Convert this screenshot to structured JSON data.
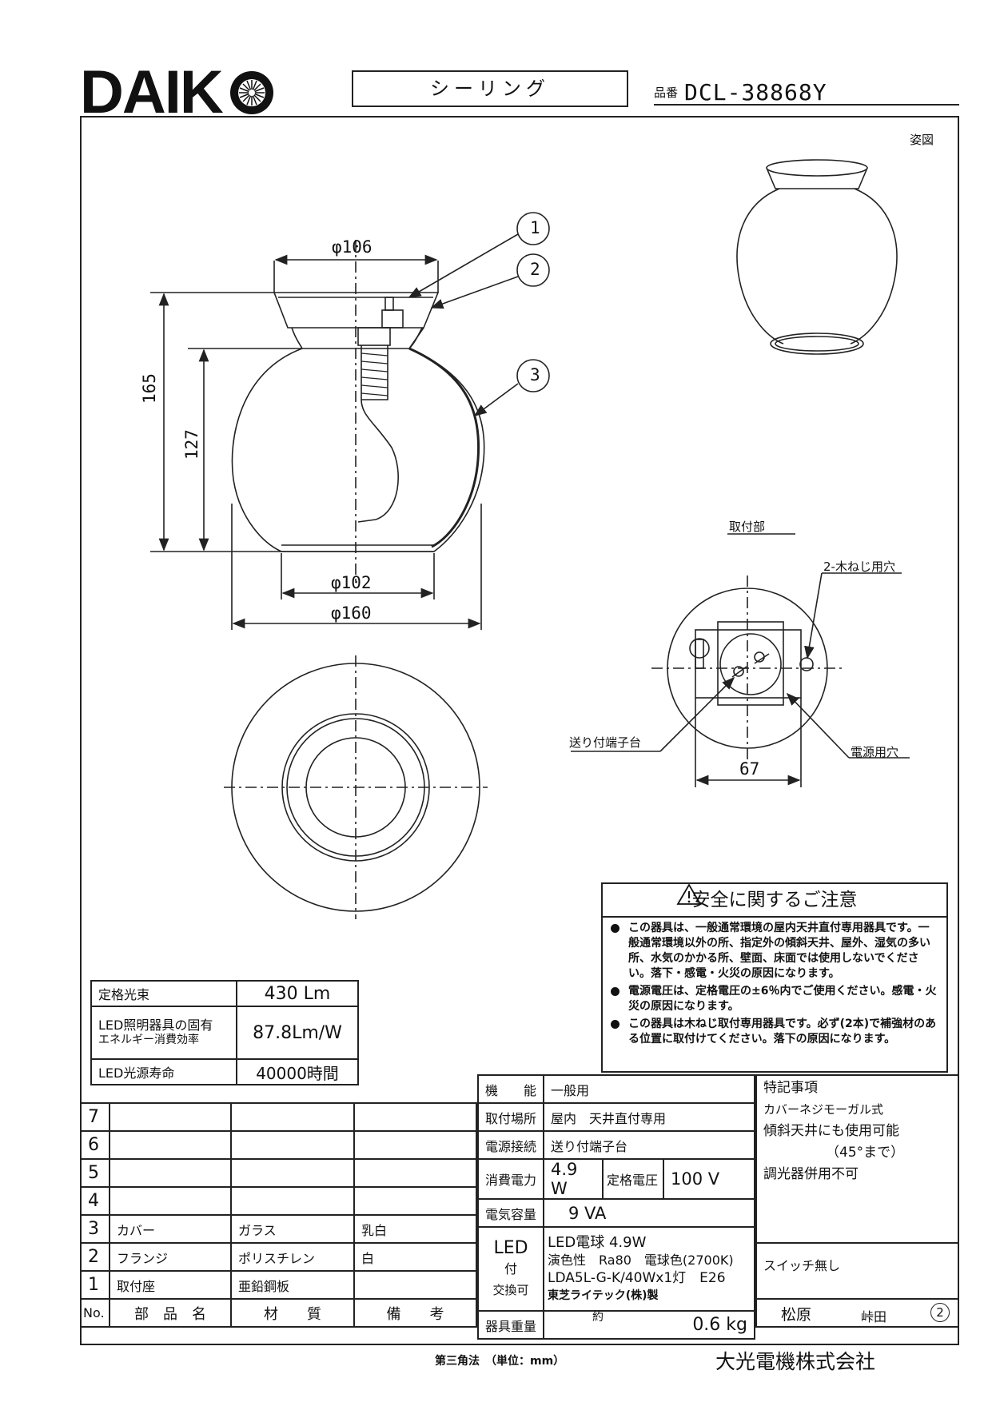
{
  "header": {
    "brand": "DAIK",
    "product_type": "シーリング",
    "part_no_label": "品番",
    "part_no": "DCL-38868Y"
  },
  "drawing": {
    "view_label": "姿図",
    "callouts": [
      "1",
      "2",
      "3"
    ],
    "dims": {
      "top_dia": "φ106",
      "height_total": "165",
      "height_globe": "127",
      "bottom_opening": "φ102",
      "globe_dia": "φ160",
      "mount_width": "67"
    },
    "mount_title": "取付部",
    "mount_labels": {
      "screw_holes": "2-木ねじ用穴",
      "terminal": "送り付端子台",
      "power_hole": "電源用穴"
    }
  },
  "caution": {
    "title": "安全に関するご注意",
    "items": [
      "この器具は、一般通常環境の屋内天井直付専用器具です。一般通常環境以外の所、指定外の傾斜天井、屋外、湿気の多い所、水気のかかる所、壁面、床面では使用しないでください。落下・感電・火災の原因になります。",
      "電源電圧は、定格電圧の±6％内でご使用ください。感電・火災の原因になります。",
      "この器具は木ねじ取付専用器具です。必ず(2本)で補強材のある位置に取付けてください。落下の原因になります。"
    ]
  },
  "ratings": [
    {
      "label": "定格光束",
      "value": "430 Lm"
    },
    {
      "label_line1": "LED照明器具の固有",
      "label_line2": "エネルギー消費効率",
      "value": "87.8Lm/W"
    },
    {
      "label": "LED光源寿命",
      "value": "40000時間"
    }
  ],
  "parts": {
    "rows": [
      {
        "no": "7",
        "name": "",
        "material": "",
        "note": ""
      },
      {
        "no": "6",
        "name": "",
        "material": "",
        "note": ""
      },
      {
        "no": "5",
        "name": "",
        "material": "",
        "note": ""
      },
      {
        "no": "4",
        "name": "",
        "material": "",
        "note": ""
      },
      {
        "no": "3",
        "name": "カバー",
        "material": "ガラス",
        "note": "乳白"
      },
      {
        "no": "2",
        "name": "フランジ",
        "material": "ポリスチレン",
        "note": "白"
      },
      {
        "no": "1",
        "name": "取付座",
        "material": "亜鉛鋼板",
        "note": ""
      }
    ],
    "header": {
      "no": "No.",
      "name": "部　品　名",
      "material": "材　　質",
      "note": "備　　考"
    }
  },
  "specs": {
    "function_label": "機　　能",
    "function": "一般用",
    "location_label": "取付場所",
    "location": "屋内　天井直付専用",
    "connection_label": "電源接続",
    "connection": "送り付端子台",
    "power_label": "消費電力",
    "power": "4.9 W",
    "voltage_label": "定格電圧",
    "voltage": "100 V",
    "capacity_label": "電気容量",
    "capacity": "9 VA",
    "led_label": "LED",
    "led_sub1": "付",
    "led_sub2": "交換可",
    "led_line1": "LED電球 4.9W",
    "led_line2": "演色性　Ra80　電球色(2700K)",
    "led_line3": "LDA5L-G-K/40Wx1灯　E26",
    "led_line4": "東芝ライテック(株)製",
    "weight_label": "器具重量",
    "weight_approx": "約",
    "weight": "0.6 kg"
  },
  "notes": {
    "title": "特記事項",
    "line1": "カバーネジモーガル式",
    "line2": "傾斜天井にも使用可能",
    "line3": "（45°まで）",
    "line4": "調光器併用不可",
    "line5": "スイッチ無し"
  },
  "signature": {
    "name1": "松原",
    "name2": "峠田",
    "rev": "2"
  },
  "footer": {
    "projection": "第三角法　（単位：mm）",
    "company": "大光電機株式会社"
  }
}
